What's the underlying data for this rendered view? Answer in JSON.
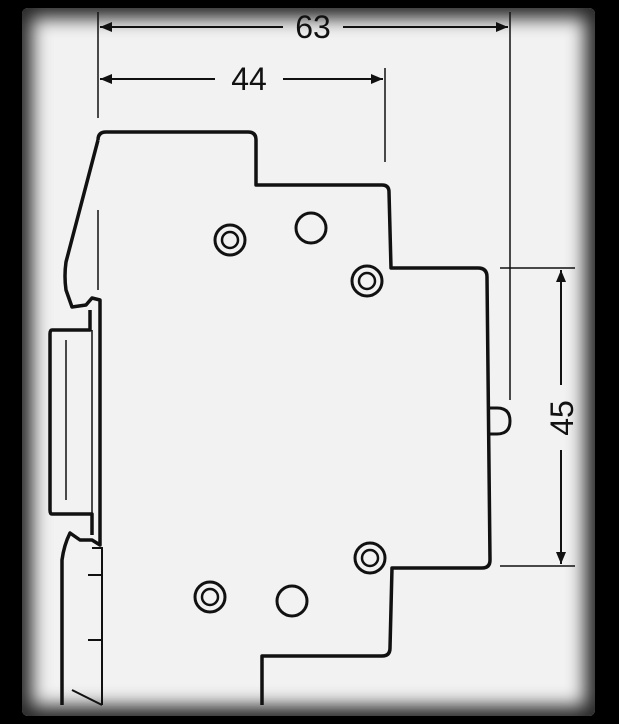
{
  "dimensions": {
    "width_overall": "63",
    "width_front": "44",
    "height_front": "45"
  },
  "colors": {
    "background": "#000000",
    "paper": "#f2f2f2",
    "line": "#111111"
  }
}
